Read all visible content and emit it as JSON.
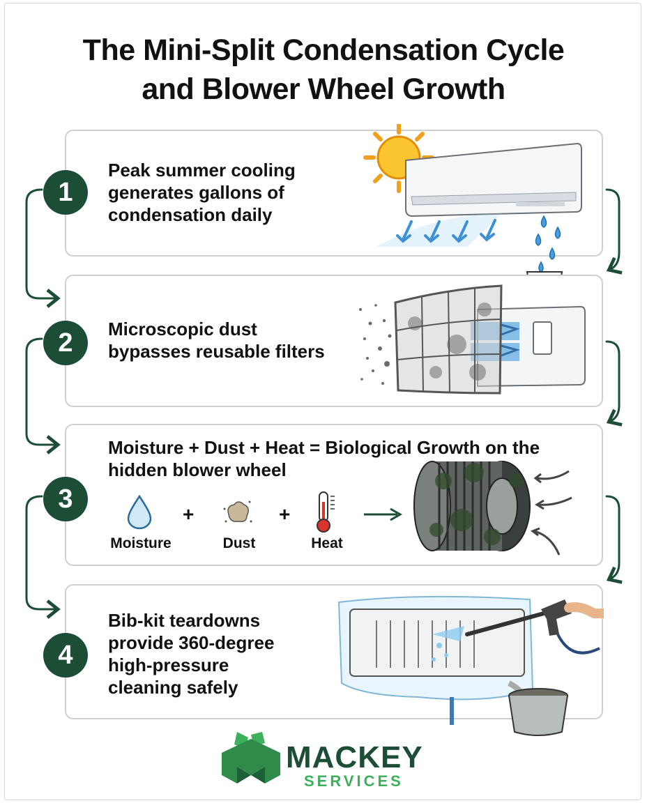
{
  "title": {
    "line1": "The Mini-Split Condensation Cycle",
    "line2": "and Blower Wheel Growth"
  },
  "steps": [
    {
      "number": "1",
      "line1": "Peak summer cooling",
      "line2": "generates gallons of",
      "line3": "condensation daily"
    },
    {
      "number": "2",
      "line1": "Microscopic dust",
      "line2": "bypasses reusable filters"
    },
    {
      "number": "3",
      "line1": "Moisture + Dust + Heat = Biological Growth on the",
      "line2": "hidden blower wheel"
    },
    {
      "number": "4",
      "line1": "Bib-kit teardowns",
      "line2": "provide 360-degree",
      "line3": "high-pressure",
      "line4": "cleaning safely"
    }
  ],
  "ingredients": {
    "moisture": "Moisture",
    "dust": "Dust",
    "heat": "Heat",
    "plus": "+"
  },
  "brand": {
    "name": "MACKEY",
    "sub": "SERVICES"
  },
  "colors": {
    "accent_dark_green": "#1c4e36",
    "logo_green": "#2e8b4a",
    "logo_light_green": "#3cb05b",
    "card_border": "#cfcfcf"
  },
  "icons": [
    "sun-icon",
    "mini-split-unit-icon",
    "water-drop-icon",
    "filter-icon",
    "blower-wheel-icon",
    "thermometer-icon",
    "dust-clump-icon",
    "pressure-washer-icon",
    "bucket-icon"
  ]
}
